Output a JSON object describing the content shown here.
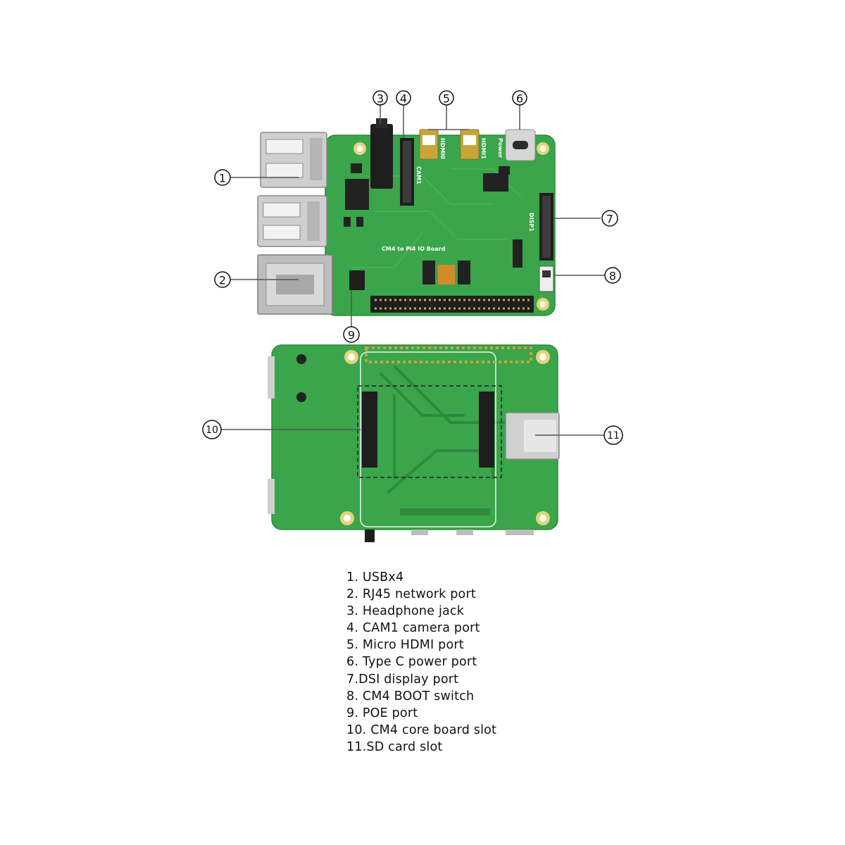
{
  "top_board": {
    "silkscreen_title": "CM4 to Pi4 IO Board",
    "silk_labels": {
      "cam1": "CAM1",
      "hdmi0": "HDMI0",
      "hdmi1": "HDMI1",
      "power": "Power",
      "dsi": "DISP1"
    }
  },
  "callouts": [
    {
      "number": "1",
      "target": "usb-ports"
    },
    {
      "number": "2",
      "target": "rj45-port"
    },
    {
      "number": "3",
      "target": "headphone-jack"
    },
    {
      "number": "4",
      "target": "cam1-connector"
    },
    {
      "number": "5",
      "target": "micro-hdmi-ports"
    },
    {
      "number": "6",
      "target": "type-c-port"
    },
    {
      "number": "7",
      "target": "dsi-connector"
    },
    {
      "number": "8",
      "target": "boot-switch"
    },
    {
      "number": "9",
      "target": "poe-header"
    },
    {
      "number": "10",
      "target": "cm4-slot"
    },
    {
      "number": "11",
      "target": "sd-card-slot"
    }
  ],
  "legend": [
    "1. USBx4",
    "2. RJ45 network port",
    "3. Headphone jack",
    "4. CAM1 camera port",
    "5. Micro HDMI port",
    "6. Type C power port",
    "7.DSI display port",
    "8. CM4 BOOT switch",
    "9. POE port",
    "10. CM4 core board slot",
    "11.SD card slot"
  ],
  "colors": {
    "pcb_green": "#3aa54a",
    "pcb_dark": "#2f8a3d",
    "metal": "#c9c9c9",
    "connector_black": "#1e1e1e",
    "gold": "#c9a53a",
    "callout_line": "#555555"
  }
}
